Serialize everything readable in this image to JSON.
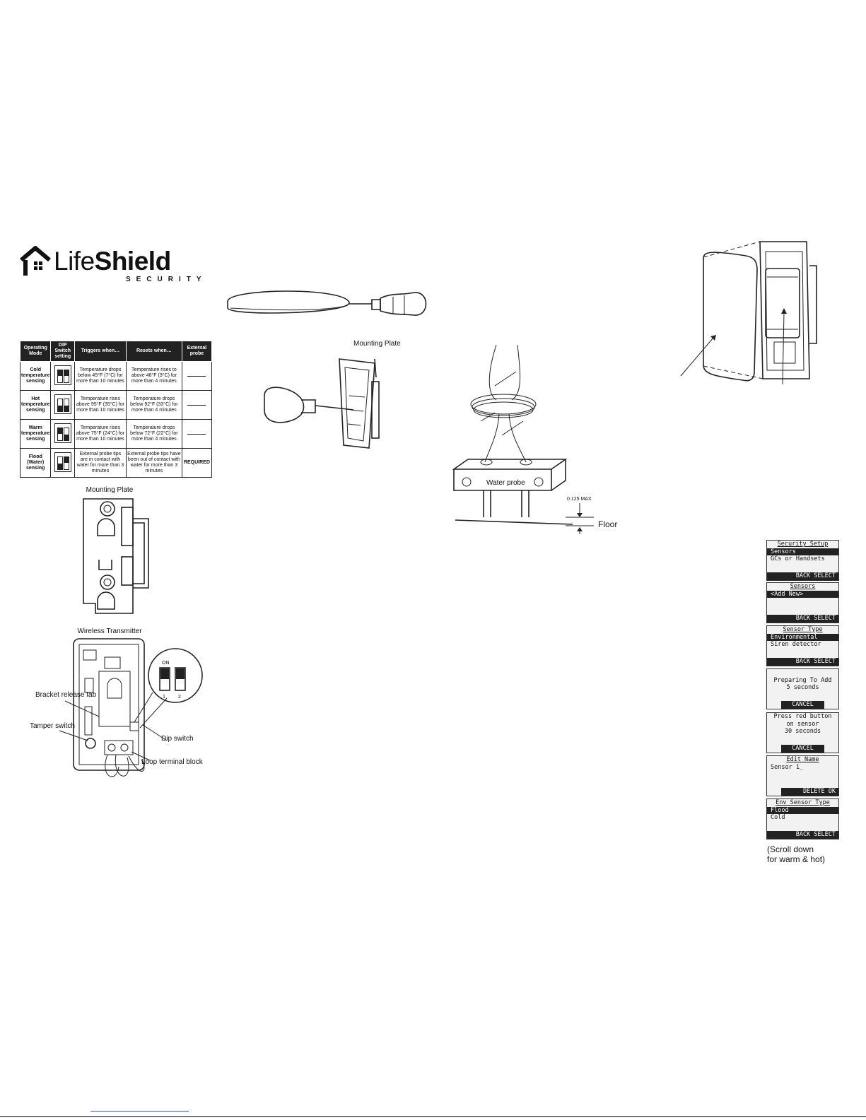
{
  "brand": {
    "name_light": "Life",
    "name_bold": "Shield",
    "tagline": "SECURITY"
  },
  "mode_table": {
    "headers": [
      "Operating Mode",
      "DIP Switch setting",
      "Triggers when…",
      "Resets when…",
      "External probe"
    ],
    "rows": [
      {
        "mode": "Cold temperature sensing",
        "trigger": "Temperature drops below 45°F (7°C) for more than 10 minutes",
        "reset": "Temperature rises to above 48°F (9°C) for more than 4 minutes",
        "probe": "",
        "dip": [
          1,
          1
        ]
      },
      {
        "mode": "Hot temperature sensing",
        "trigger": "Temperature rises above 95°F (35°C) for more than 10 minutes",
        "reset": "Temperature drops below 92°F (33°C) for more than 4 minutes",
        "probe": "",
        "dip": [
          0,
          0
        ]
      },
      {
        "mode": "Warm temperature sensing",
        "trigger": "Temperature rises above 75°F (24°C) for more than 10 minutes",
        "reset": "Temperature drops below 72°F (22°C) for more than 4 minutes",
        "probe": "",
        "dip": [
          1,
          0
        ]
      },
      {
        "mode": "Flood (Water) sensing",
        "trigger": "External probe tips are in contact with water for more than 3 minutes",
        "reset": "External probe tips have been out of contact with water for more than 3 minutes",
        "probe": "REQUIRED",
        "dip": [
          0,
          1
        ]
      }
    ]
  },
  "diagrams": {
    "mounting_plate_title": "Mounting Plate",
    "wireless_transmitter_title": "Wireless Transmitter",
    "dip_on_label": "ON",
    "dip_num_1": "1",
    "dip_num_2": "2",
    "label_bracket_release": "Bracket release tab",
    "label_tamper_switch": "Tamper switch",
    "label_dip_switch": "Dip switch",
    "label_loop_terminal": "Loop terminal block",
    "label_mounting_plate": "Mounting Plate",
    "label_water_probe": "Water probe",
    "label_max": "0.125 MAX",
    "label_floor": "Floor"
  },
  "screens": [
    {
      "title": "Security Setup",
      "lines": [
        {
          "text": "Sensors",
          "hl": true
        },
        {
          "text": "GCs or Handsets",
          "hl": false
        }
      ],
      "bar": "BACK  SELECT"
    },
    {
      "title": "Sensors",
      "lines": [
        {
          "text": "<Add New>",
          "hl": true
        },
        {
          "text": "",
          "hl": false
        }
      ],
      "bar": "BACK  SELECT"
    },
    {
      "title": "Sensor Type",
      "lines": [
        {
          "text": "Environmental",
          "hl": true
        },
        {
          "text": "Siren detector",
          "hl": false
        }
      ],
      "bar": "BACK  SELECT"
    },
    {
      "title": "",
      "center": [
        "Preparing To Add",
        "5 seconds"
      ],
      "bar": "CANCEL",
      "bar_style": "mid"
    },
    {
      "title": "",
      "center": [
        "Press red button",
        "on sensor",
        "30 seconds"
      ],
      "bar": "CANCEL",
      "bar_style": "mid"
    },
    {
      "title": "Edit Name",
      "lines": [
        {
          "text": "Sensor 1_",
          "hl": false
        }
      ],
      "bar": "DELETE  OK",
      "bar_style": "mid-right"
    },
    {
      "title": "Env Sensor Type",
      "lines": [
        {
          "text": "Flood",
          "hl": true
        },
        {
          "text": "Cold",
          "hl": false
        }
      ],
      "bar": "BACK  SELECT"
    }
  ],
  "scroll_note": [
    "(Scroll down",
    "for warm & hot)"
  ]
}
